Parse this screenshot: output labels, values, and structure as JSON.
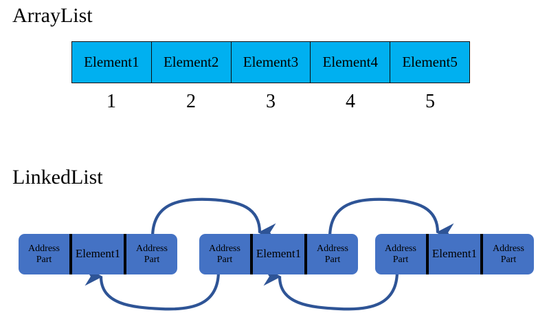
{
  "diagram": {
    "background_color": "#FFFFFF",
    "accent_array_color": "#00B0F0",
    "accent_node_color": "#4472C4",
    "arrow_color": "#2E5496",
    "divider_color": "#000000"
  },
  "arraylist": {
    "title": "ArrayList",
    "cells": [
      {
        "label": "Element1",
        "index": "1"
      },
      {
        "label": "Element2",
        "index": "2"
      },
      {
        "label": "Element3",
        "index": "3"
      },
      {
        "label": "Element4",
        "index": "4"
      },
      {
        "label": "Element5",
        "index": "5"
      }
    ]
  },
  "linkedlist": {
    "title": "LinkedList",
    "nodes": [
      {
        "prev_label_line1": "Address",
        "prev_label_line2": "Part",
        "data_label": "Element1",
        "next_label_line1": "Address",
        "next_label_line2": "Part"
      },
      {
        "prev_label_line1": "Address",
        "prev_label_line2": "Part",
        "data_label": "Element1",
        "next_label_line1": "Address",
        "next_label_line2": "Part"
      },
      {
        "prev_label_line1": "Address",
        "prev_label_line2": "Part",
        "data_label": "Element1",
        "next_label_line1": "Address",
        "next_label_line2": "Part"
      }
    ],
    "links": [
      {
        "name": "next-link-1",
        "direction": "forward",
        "from_node": 0,
        "to_node": 1,
        "side": "top"
      },
      {
        "name": "prev-link-1",
        "direction": "backward",
        "from_node": 1,
        "to_node": 0,
        "side": "bottom"
      },
      {
        "name": "next-link-2",
        "direction": "forward",
        "from_node": 1,
        "to_node": 2,
        "side": "top"
      },
      {
        "name": "prev-link-2",
        "direction": "backward",
        "from_node": 2,
        "to_node": 1,
        "side": "bottom"
      }
    ]
  }
}
